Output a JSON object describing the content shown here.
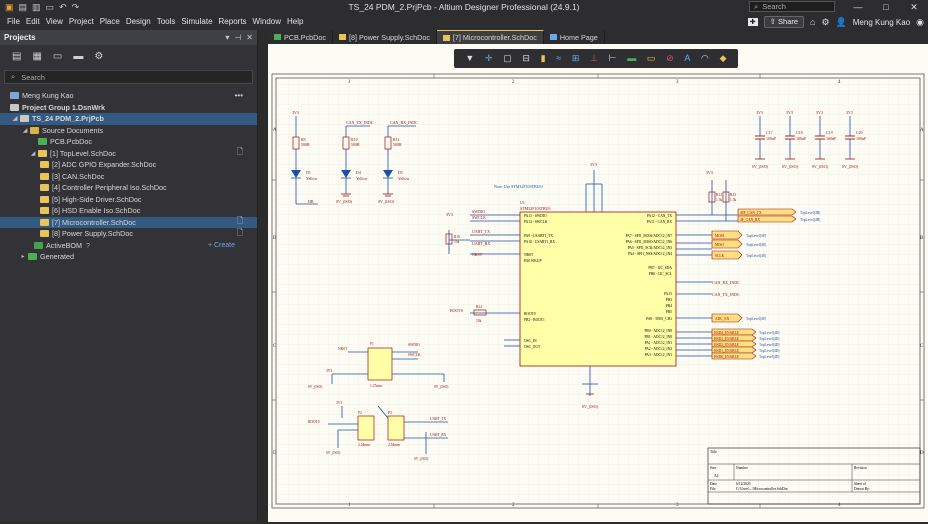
{
  "window": {
    "title": "TS_24 PDM_2.PrjPcb - Altium Designer Professional (24.9.1)",
    "search_placeholder": "Search"
  },
  "menu": [
    "File",
    "Edit",
    "View",
    "Project",
    "Place",
    "Design",
    "Tools",
    "Simulate",
    "Reports",
    "Window",
    "Help"
  ],
  "header_right": {
    "share_label": "Share",
    "user_name": "Meng Kung Kao"
  },
  "projects_panel": {
    "title": "Projects",
    "search_placeholder": "Search",
    "tree": [
      {
        "label": "Meng Kung Kao",
        "extra": "•••"
      },
      {
        "label": "Project Group 1.DsnWrk"
      },
      {
        "label": "TS_24 PDM_2.PrjPcb"
      },
      {
        "label": "Source Documents"
      },
      {
        "label": "PCB.PcbDoc"
      },
      {
        "label": "[1] TopLevel.SchDoc"
      },
      {
        "label": "[2] ADC GPIO Expander.SchDoc"
      },
      {
        "label": "[3] CAN.SchDoc"
      },
      {
        "label": "[4] Controller Peripheral Iso.SchDoc"
      },
      {
        "label": "[5] High-Side Driver.SchDoc"
      },
      {
        "label": "[6] HSD Enable Iso.SchDoc"
      },
      {
        "label": "[7] Microcontroller.SchDoc"
      },
      {
        "label": "[8] Power Supply.SchDoc"
      },
      {
        "label": "ActiveBOM",
        "extra": "+ Create"
      },
      {
        "label": "Generated"
      }
    ]
  },
  "doc_tabs": [
    "PCB.PcbDoc",
    "[8] Power Supply.SchDoc",
    "[7] Microcontroller.SchDoc",
    "Home Page"
  ],
  "schematic": {
    "col_labels": [
      "1",
      "2",
      "3",
      "4"
    ],
    "row_labels": [
      "A",
      "B",
      "C",
      "D"
    ],
    "note": "Note: Use STM32F103TBU6!",
    "mcu_ref": "U1",
    "mcu_part": "STM32F103TBU6",
    "mcu_left_pins": [
      "PA13 - SWDIO",
      "PA14 - SWCLK",
      "PA9 - USART1_TX",
      "PA10 - USART1_RX",
      "NRST",
      "PA0 WKUP",
      "BOOT0",
      "PB2 - BOOT1",
      "OSC_IN",
      "OSC_OUT"
    ],
    "mcu_right_pins": [
      "PA12 - CAN_TX",
      "PA11 - CAN_RX",
      "PA7 - SPI1_MOSI/ADC12_IN7",
      "PA6 - SPI1_MISO/ADC12_IN6",
      "PA5 - SPI1_SCK/ADC12_IN5",
      "PA4 - SPI1_NSS/ADC12_IN4",
      "PB7 - I2C_SDA",
      "PB6 - I2C_SCL",
      "PA15",
      "PB3",
      "PB4",
      "PB5",
      "PA8 - TIM1_CH1",
      "PB0 - ADC12_IN8",
      "PB1 - ADC12_IN9",
      "PA1 - ADC12_IN1",
      "PA2 - ADC12_IN2",
      "PA3 - ADC12_IN3"
    ],
    "left_nets": [
      "SWDIO",
      "SWCLK",
      "UART_TX",
      "UART_RX",
      "NRST",
      "BOOT0"
    ],
    "right_nets": [
      "CAN_RX_INDC",
      "CAN_TX_INDC"
    ],
    "ports": [
      {
        "name": "MOSI",
        "ref": "TopLevel[48]"
      },
      {
        "name": "MISO",
        "ref": "TopLevel[48]"
      },
      {
        "name": "SCLK",
        "ref": "TopLevel[48]"
      },
      {
        "name": "ADC_EN",
        "ref": "TopLevel[48]"
      },
      {
        "name": "HSD4_ENABLE",
        "ref": "TopLevel[4D]"
      },
      {
        "name": "HSD3_ENABLE",
        "ref": "TopLevel[4D]"
      },
      {
        "name": "HSD2_ENABLE",
        "ref": "TopLevel[4D]"
      },
      {
        "name": "HSD1_ENABLE",
        "ref": "TopLevel[4D]"
      },
      {
        "name": "HSD0_ENABLE",
        "ref": "TopLevel[4D]"
      },
      {
        "name": "40F_CAN_TX",
        "ref": "TopLevel[4B]"
      },
      {
        "name": "4F_CAN_RX",
        "ref": "TopLevel[4B]"
      }
    ],
    "power": "3V3",
    "gnd": "0V_(ISO)",
    "leds": [
      {
        "ref": "D1",
        "res": "R9",
        "val": "500R",
        "color": "Yellow",
        "net": "HB"
      },
      {
        "ref": "D4",
        "res": "R10",
        "val": "500R",
        "color": "Yellow",
        "net": "CAN_TX_INDC"
      },
      {
        "ref": "D5",
        "res": "R11",
        "val": "500R",
        "color": "Yellow",
        "net": "CAN_RX_INDC"
      }
    ],
    "caps": [
      {
        "ref": "C17",
        "val": "100nF"
      },
      {
        "ref": "C18",
        "val": "100nF"
      },
      {
        "ref": "C19",
        "val": "100nF"
      },
      {
        "ref": "C20",
        "val": "100nF"
      }
    ],
    "r_pullups": [
      {
        "ref": "R12",
        "val": "1.5k"
      },
      {
        "ref": "R13",
        "val": "1.5k"
      }
    ],
    "r_boot": {
      "ref": "R14",
      "val": "10k"
    },
    "r_nrst": {
      "ref": "R16",
      "val": "10k"
    },
    "connectors": [
      {
        "ref": "P1",
        "pitch": "1.27mm"
      },
      {
        "ref": "P2",
        "pitch": "2.54mm"
      },
      {
        "ref": "P3",
        "pitch": "2.54mm"
      }
    ],
    "title_block": {
      "title_label": "Title",
      "size_label": "Size",
      "size_value": "A4",
      "number_label": "Number",
      "revision_label": "Revision",
      "date_label": "Date",
      "date_value": "6/12/2025",
      "sheet_label": "Sheet   of",
      "file_label": "File",
      "file_value": "C:\\Users\\...\\Microcontroller.SchDoc",
      "drawn_label": "Drawn By:"
    }
  },
  "colors": {
    "wire": "#1f4fa8",
    "component": "#a01010",
    "body_fill": "#ffffa8",
    "port_fill": "#ffe080",
    "accent": "#345a82"
  }
}
